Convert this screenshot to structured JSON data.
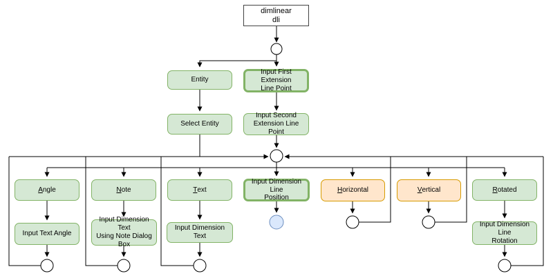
{
  "diagram": {
    "command_name": "dimlinear",
    "command_alias": "dli"
  },
  "colors": {
    "node_green_fill": "#d5e8d4",
    "node_green_stroke": "#82b366",
    "node_orange_fill": "#ffe6cc",
    "node_orange_stroke": "#d79b00",
    "terminal_blue_fill": "#dae8fc",
    "terminal_blue_stroke": "#6c8ebf",
    "start_box_stroke": "#424242",
    "connector_line": "#000000"
  },
  "nodes": {
    "start": {
      "label": "dimlinear\ndli"
    },
    "entity": {
      "label": "Entity",
      "underline_first": false
    },
    "input_first_extension": {
      "label": "Input First Extension\nLine Point"
    },
    "select_entity": {
      "label": "Select Entity"
    },
    "input_second_extension": {
      "label": "Input Second\nExtension Line Point"
    },
    "angle": {
      "label": "Angle",
      "underline_first": true
    },
    "note": {
      "label": "Note",
      "underline_first": true
    },
    "text": {
      "label": "Text",
      "underline_first": true
    },
    "input_dimension_line_position": {
      "label": "Input Dimension Line\nPosition"
    },
    "horizontal": {
      "label": "Horizontal",
      "underline_first": true
    },
    "vertical": {
      "label": "Vertical",
      "underline_first": true
    },
    "rotated": {
      "label": "Rotated",
      "underline_first": true
    },
    "input_text_angle": {
      "label": "Input Text Angle"
    },
    "input_dimension_text_note": {
      "label": "Input Dimension Text\nUsing Note Dialog\nBox"
    },
    "input_dimension_text": {
      "label": "Input Dimension Text"
    },
    "input_dimension_line_rotation": {
      "label": "Input Dimension Line\nRotation"
    }
  }
}
